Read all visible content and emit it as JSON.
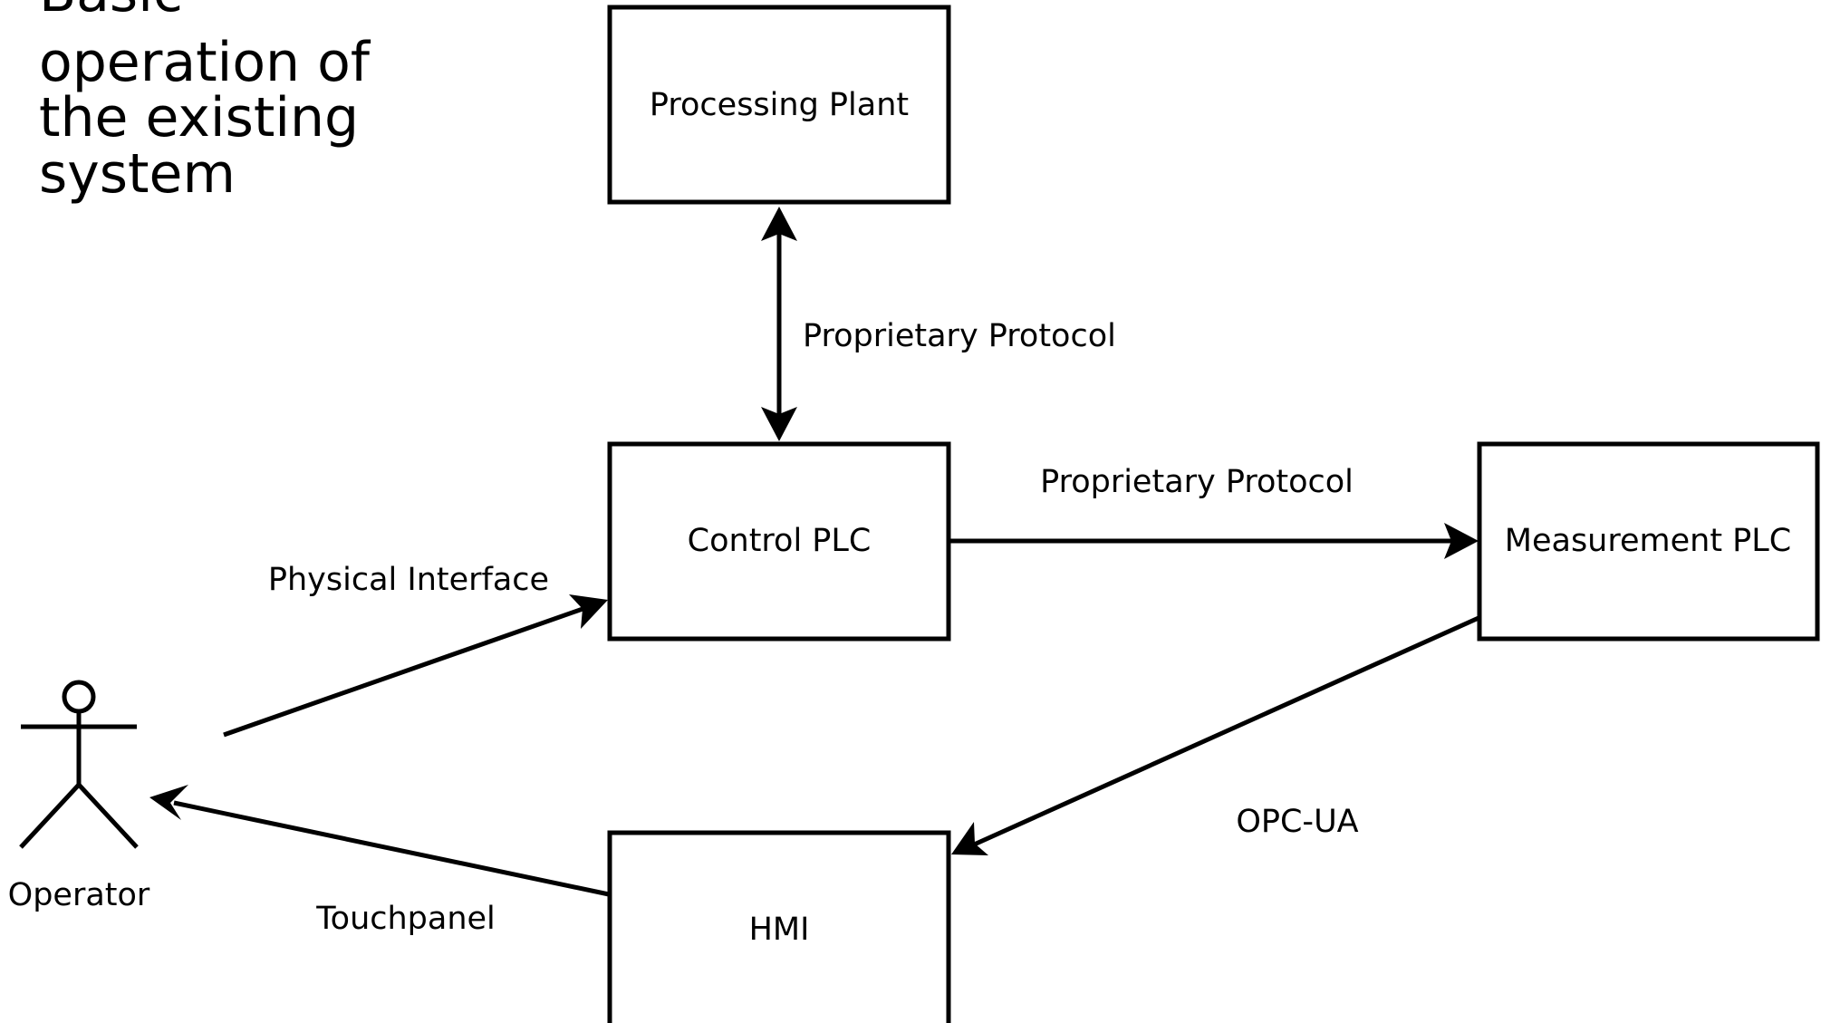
{
  "title_lines": [
    "Basic",
    "operation of",
    "the existing",
    "system"
  ],
  "nodes": {
    "processing_plant": "Processing Plant",
    "control_plc": "Control PLC",
    "measurement_plc": "Measurement PLC",
    "hmi": "HMI"
  },
  "actor": {
    "label": "Operator"
  },
  "edges": {
    "plant_control": "Proprietary Protocol",
    "control_measurement": "Proprietary Protocol",
    "operator_control": "Physical Interface",
    "measurement_hmi": "OPC-UA",
    "hmi_operator": "Touchpanel"
  },
  "colors": {
    "stroke": "#000000",
    "background": "#ffffff"
  }
}
